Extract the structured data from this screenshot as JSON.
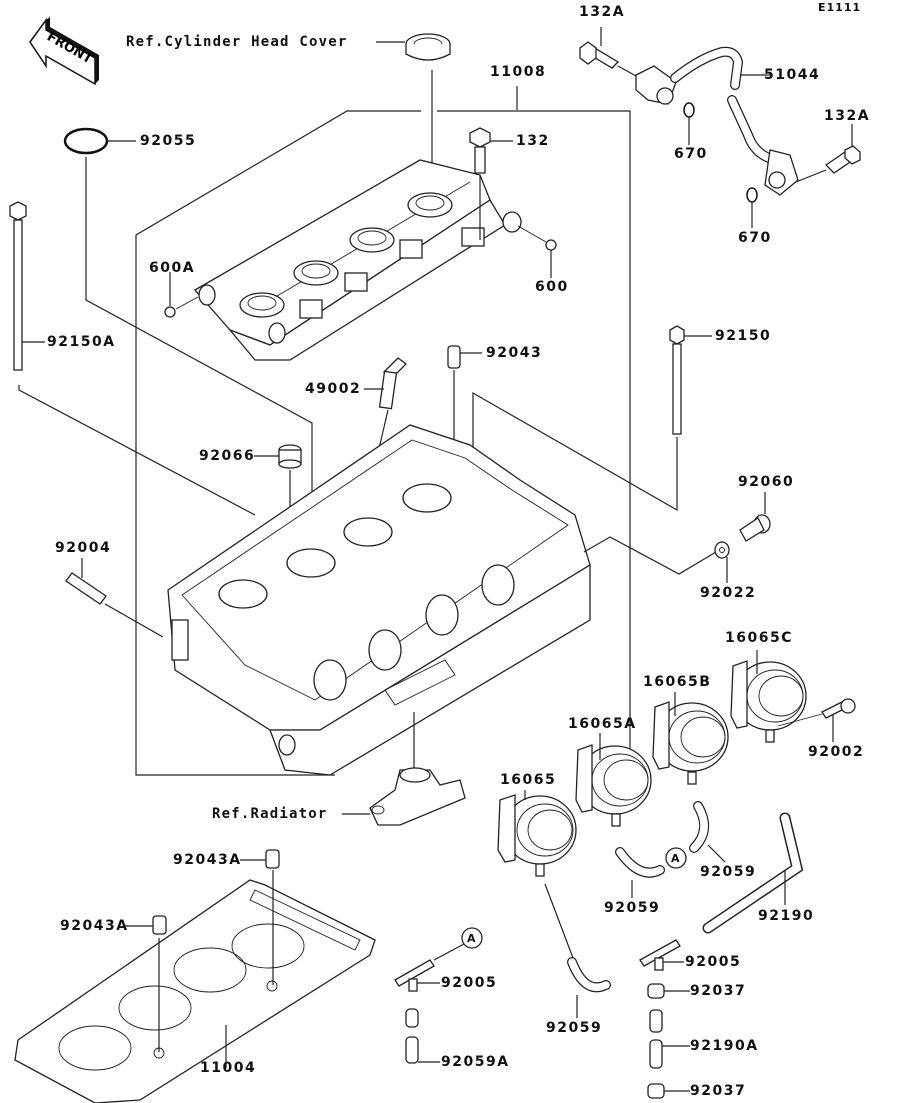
{
  "diagram": {
    "title_code": "E1111",
    "front_marker": "FRONT",
    "references": {
      "cylinder_head_cover": "Ref.Cylinder Head Cover",
      "radiator": "Ref.Radiator"
    },
    "callout_circle": "A",
    "parts": {
      "p11008": "11008",
      "p92055": "92055",
      "p132": "132",
      "p132A_top": "132A",
      "p132A_right": "132A",
      "p51044": "51044",
      "p670_a": "670",
      "p670_b": "670",
      "p600A": "600A",
      "p600": "600",
      "p92150A": "92150A",
      "p92150": "92150",
      "p92043": "92043",
      "p49002": "49002",
      "p92066": "92066",
      "p92060": "92060",
      "p92022": "92022",
      "p92004": "92004",
      "p16065": "16065",
      "p16065A": "16065A",
      "p16065B": "16065B",
      "p16065C": "16065C",
      "p92002": "92002",
      "p92059_a": "92059",
      "p92059_b": "92059",
      "p92059_c": "92059",
      "p92190": "92190",
      "p92043A_a": "92043A",
      "p92043A_b": "92043A",
      "p11004": "11004",
      "p92005_a": "92005",
      "p92005_b": "92005",
      "p92059A": "92059A",
      "p92037_a": "92037",
      "p92037_b": "92037",
      "p92190A": "92190A"
    }
  }
}
